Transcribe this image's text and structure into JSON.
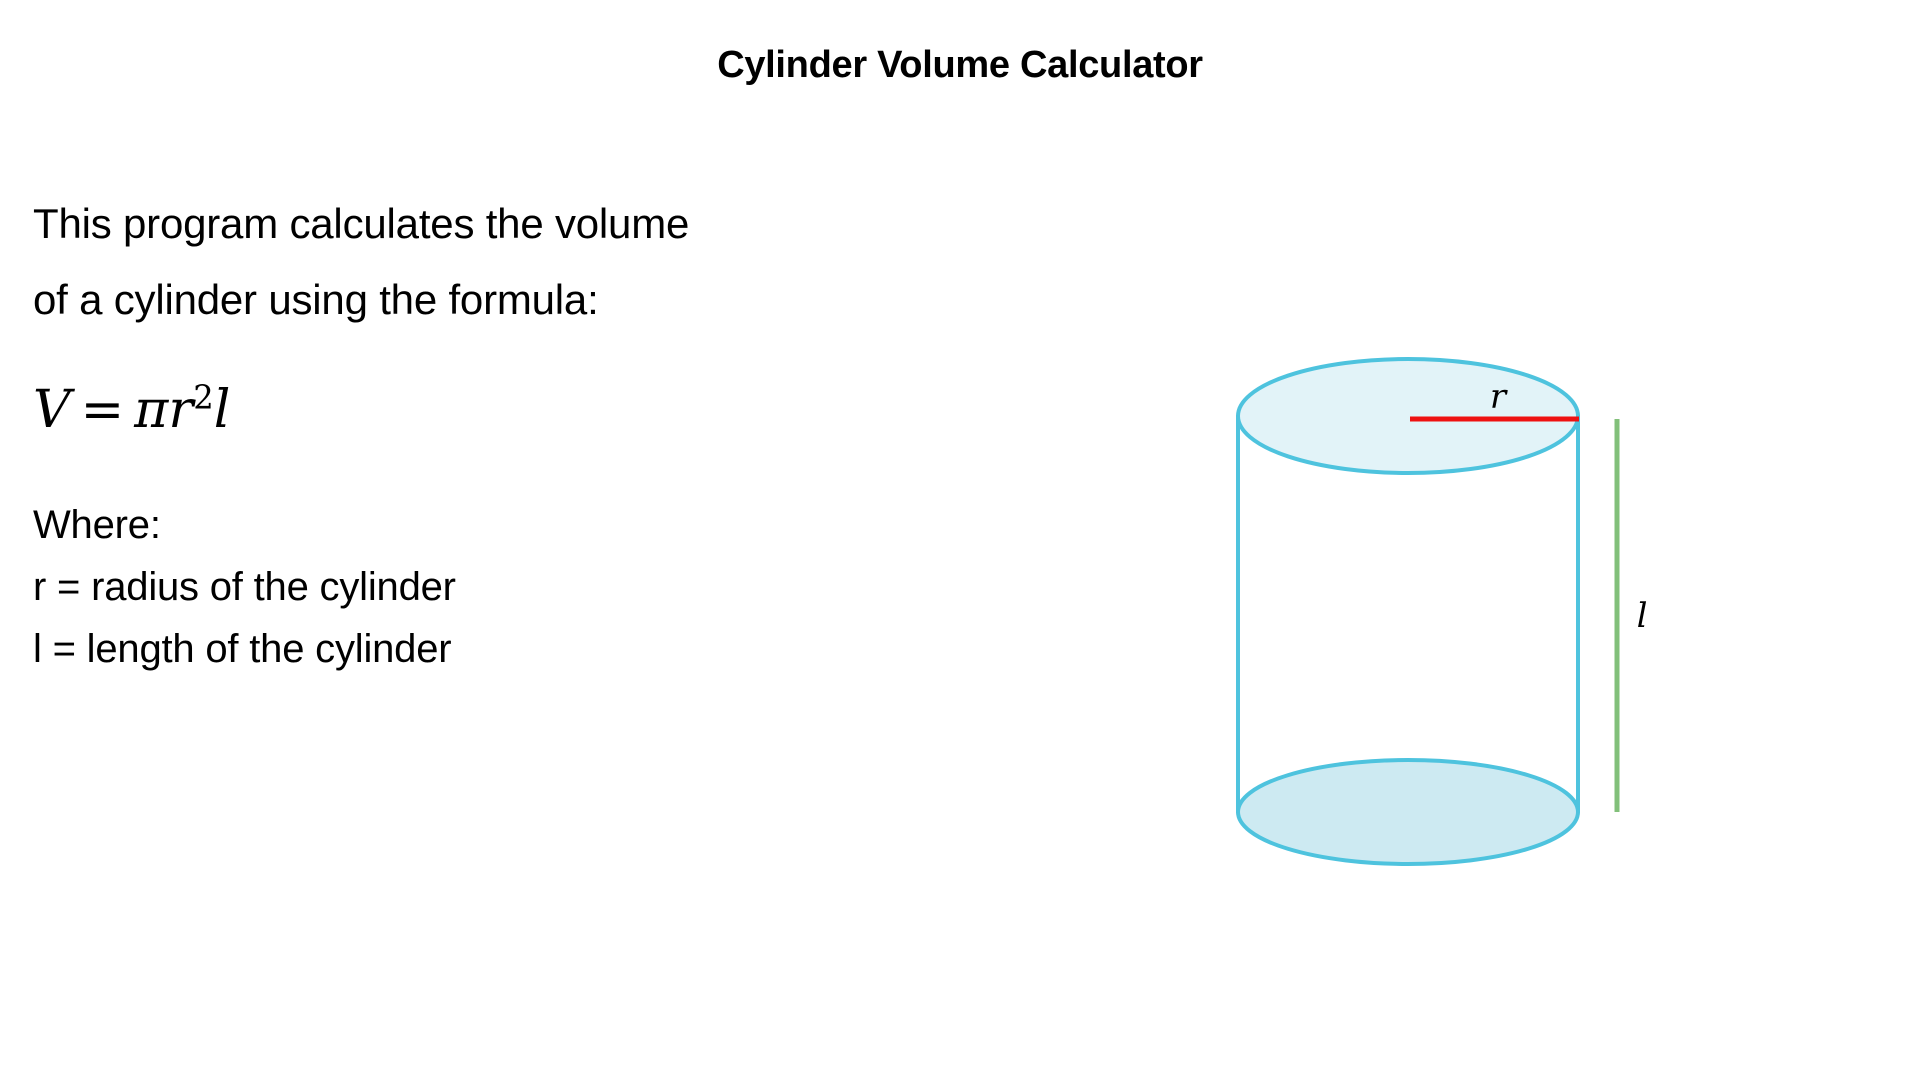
{
  "page": {
    "background_color": "#ffffff",
    "title": "Cylinder Volume Calculator"
  },
  "description": {
    "lines": [
      "This program calculates the volume",
      "of a cylinder using the formula:"
    ]
  },
  "formula": {
    "plain": "V = πr²l",
    "lhs": "V",
    "equals": "=",
    "pi": "π",
    "radius_symbol": "r",
    "exponent": "2",
    "length_symbol": "l"
  },
  "where": {
    "heading": "Where:",
    "definitions": [
      "r = radius of the cylinder",
      "l = length of the cylinder"
    ]
  },
  "diagram": {
    "name": "cylinder-diagram",
    "radius_label": "r",
    "length_label": "l",
    "colors": {
      "cylinder_stroke": "#4ec3de",
      "cylinder_top_fill": "#e2f3f8",
      "cylinder_bottom_fill": "#cdeaf2",
      "radius_line": "#ee1111",
      "length_line": "#82c07a"
    }
  },
  "chart_data": {
    "type": "diagram",
    "title": "Cylinder Volume Calculator",
    "shape": "cylinder",
    "annotations": [
      {
        "label": "r",
        "meaning": "radius of the cylinder",
        "color": "#ee1111",
        "orientation": "horizontal"
      },
      {
        "label": "l",
        "meaning": "length of the cylinder",
        "color": "#82c07a",
        "orientation": "vertical"
      }
    ],
    "formula": "V = πr²l"
  }
}
